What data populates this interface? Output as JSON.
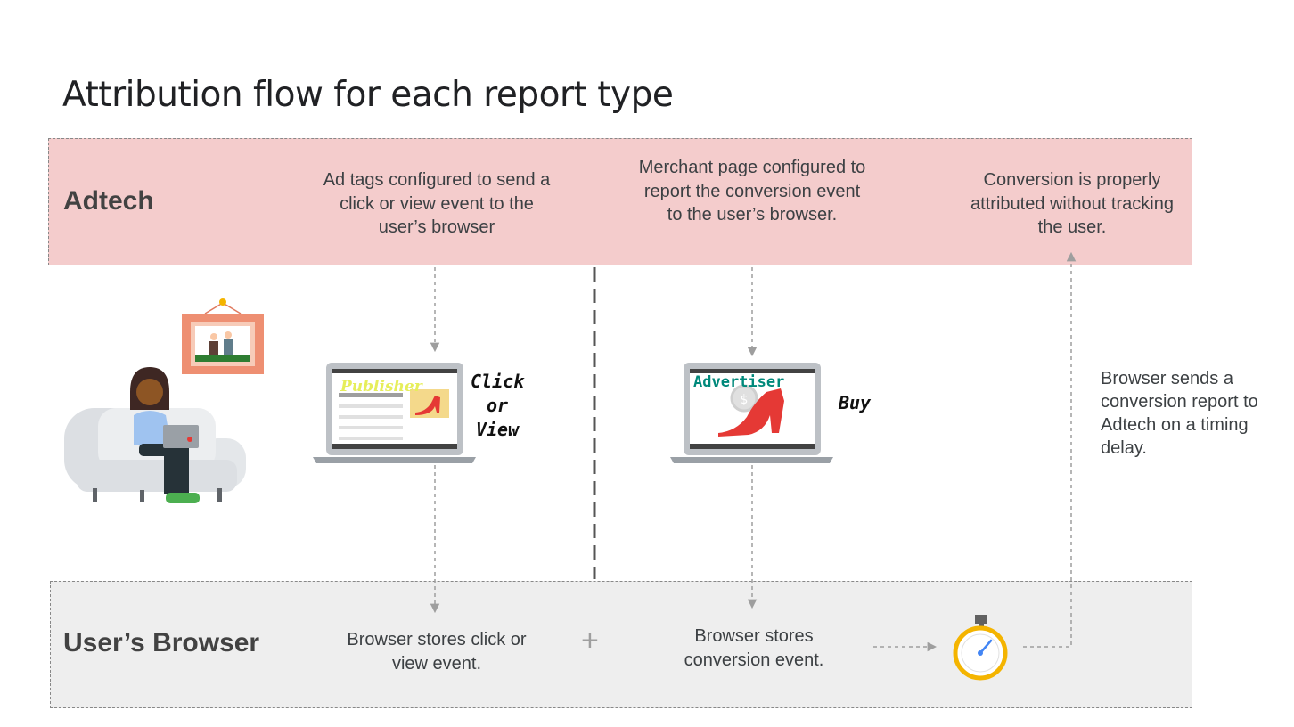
{
  "title": "Attribution flow for each report type",
  "adtech": {
    "label": "Adtech",
    "step1": "Ad tags configured to send a click or view event to the user’s browser",
    "step2": "Merchant page configured to report the conversion event to the user’s browser.",
    "step3": "Conversion is properly attributed without tracking the user."
  },
  "browser": {
    "label": "User’s Browser",
    "stores_click": "Browser stores click or view event.",
    "plus": "+",
    "stores_conversion": "Browser stores conversion event."
  },
  "publisher_laptop": {
    "screen_label": "Publisher",
    "action": "Click or View"
  },
  "advertiser_laptop": {
    "screen_label": "Advertiser",
    "action": "Buy",
    "coin_symbol": "$"
  },
  "report_note": "Browser sends a conversion report to Adtech on a timing delay.",
  "colors": {
    "adtech_band": "#f4cccc",
    "browser_band": "#eeeeee",
    "arrow": "#9e9e9e",
    "divider": "#555555",
    "stopwatch": "#f4b400",
    "publisher_text": "#e6ee5a",
    "advertiser_text": "#00897b",
    "shoe": "#e53935"
  },
  "icons": [
    "person-on-sofa",
    "framed-picture",
    "laptop",
    "shoe",
    "stopwatch"
  ]
}
